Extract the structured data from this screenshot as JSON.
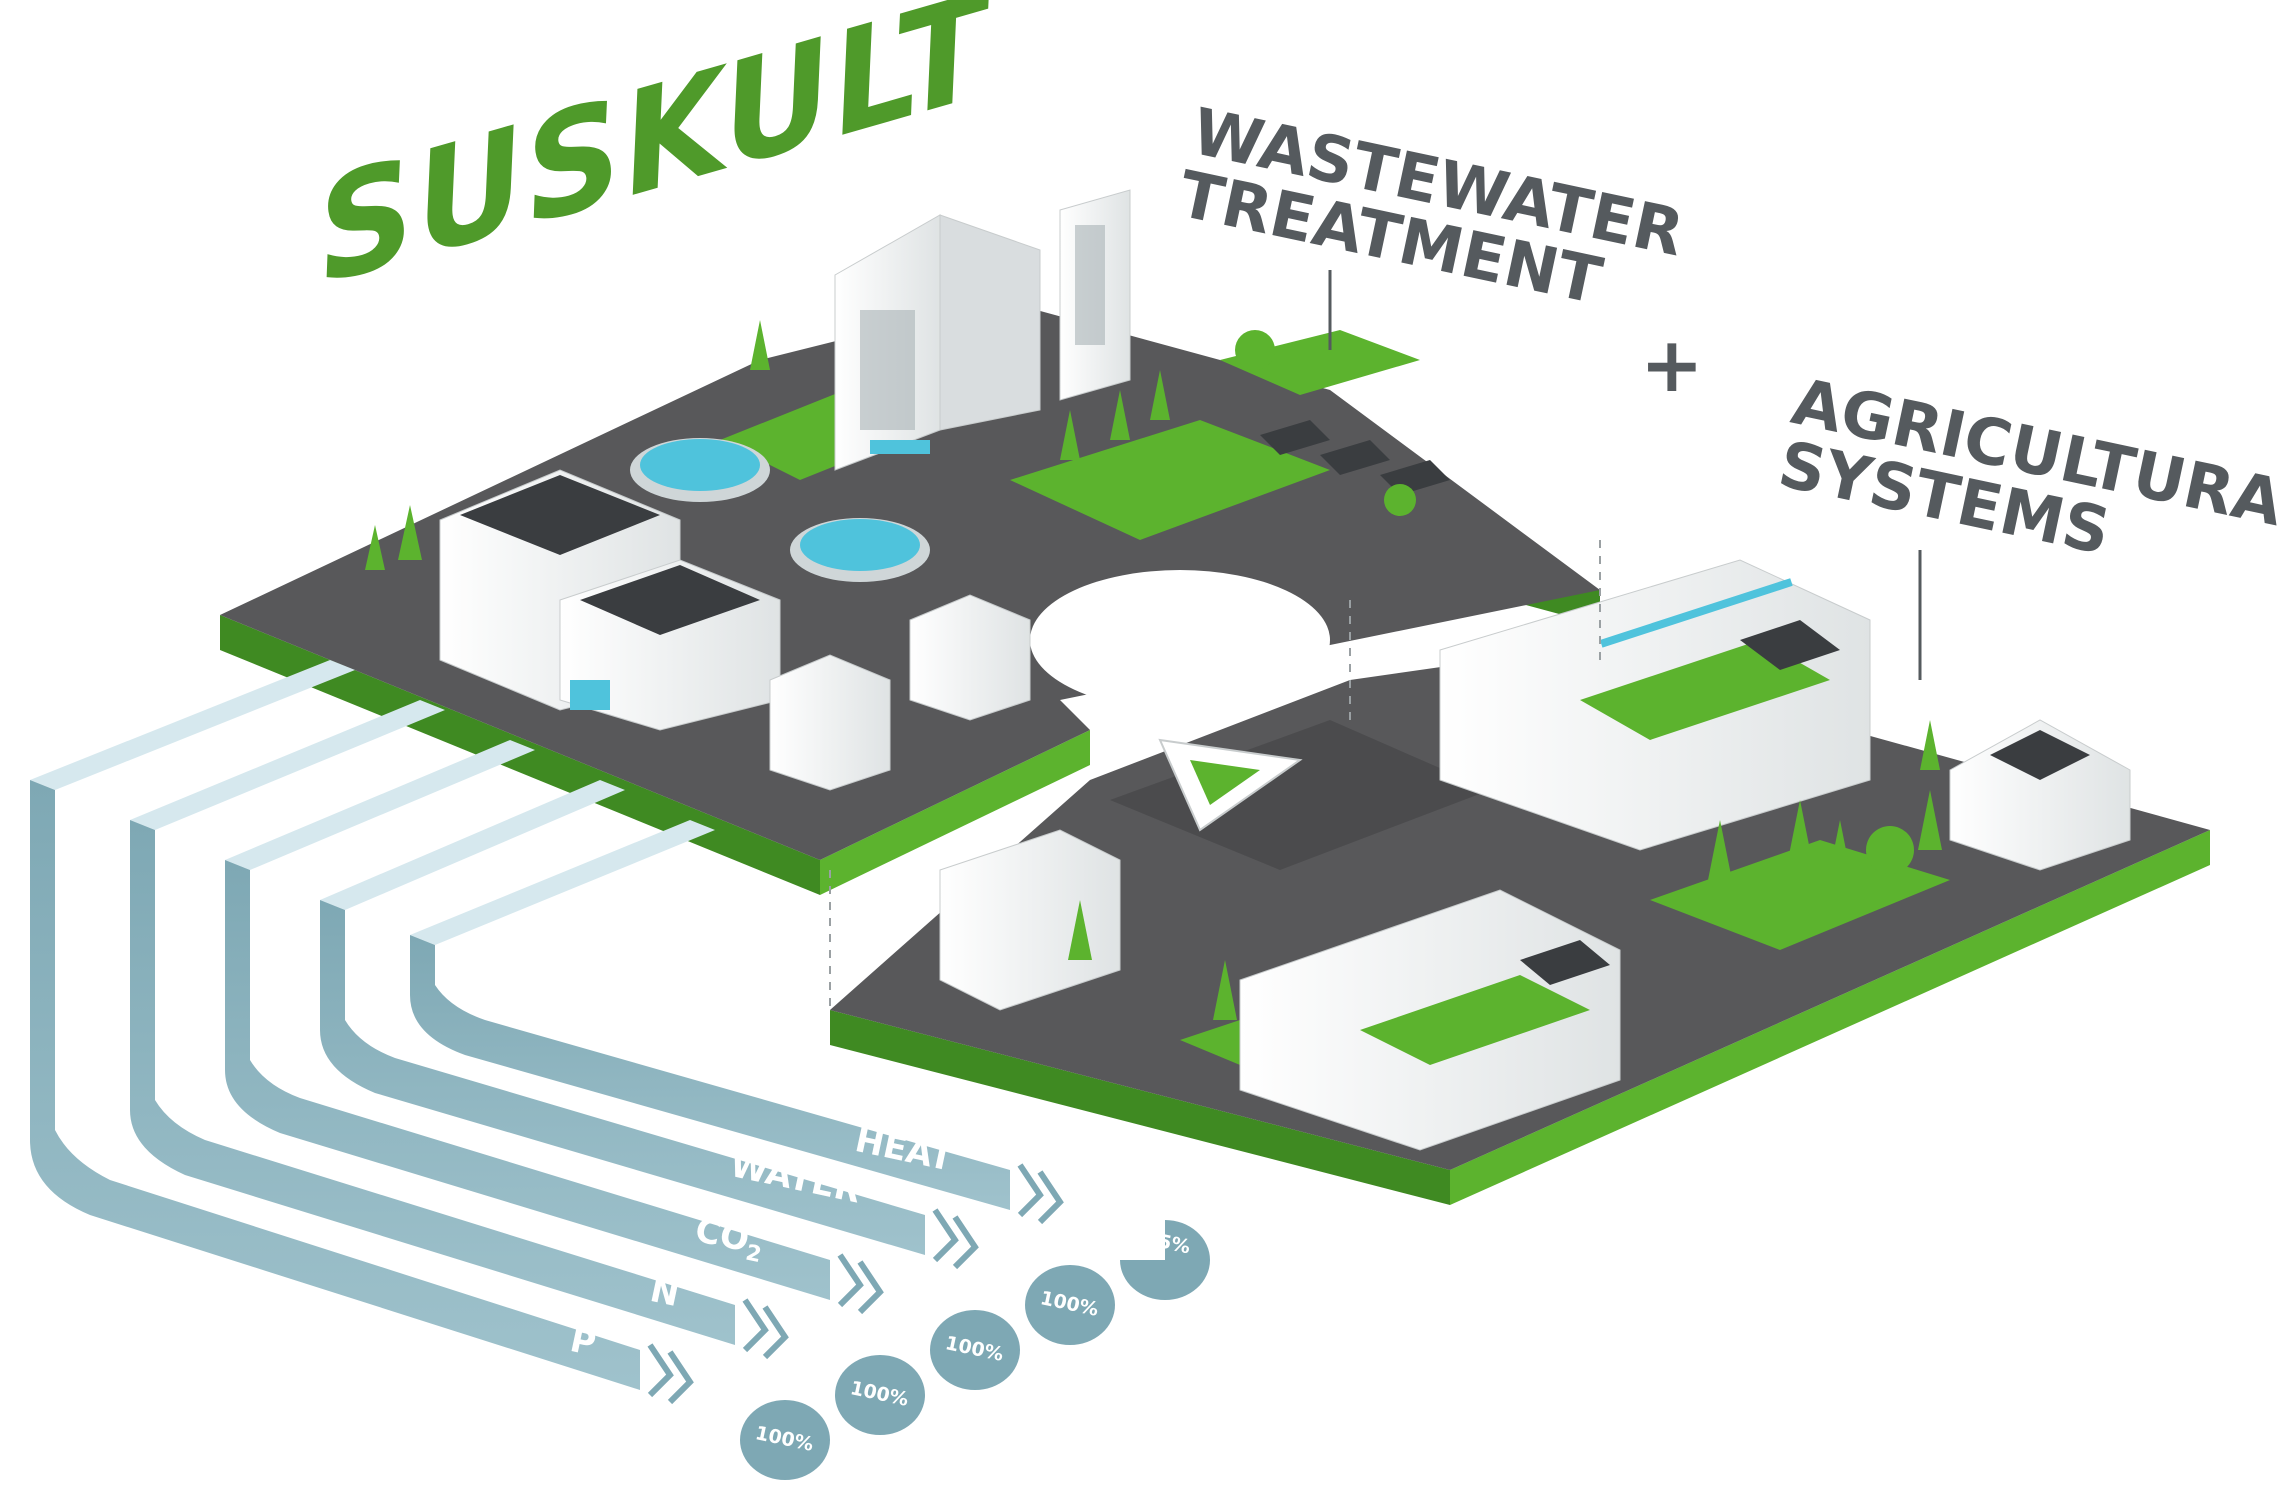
{
  "title": "SUSKULT",
  "labels": {
    "wastewater": [
      "WASTEWATER",
      "TREATMENT"
    ],
    "plus": "+",
    "agricultural": [
      "AGRICULTURAL",
      "SYSTEMS"
    ]
  },
  "flows": [
    {
      "name": "P",
      "percent": "100%"
    },
    {
      "name": "N",
      "percent": "100%"
    },
    {
      "name": "CO",
      "sub": "2",
      "percent": "100%"
    },
    {
      "name": "WATER",
      "percent": "100%"
    },
    {
      "name": "HEAT",
      "percent": "75%"
    }
  ],
  "colors": {
    "green": "#5cb32e",
    "dark_green": "#3f8a22",
    "asphalt": "#58585a",
    "building": "#eef0f0",
    "flow_teal": "#7ea8b4",
    "flow_light": "#d6e8ee",
    "water": "#4fc3dc",
    "text_gray": "#555a5e"
  }
}
